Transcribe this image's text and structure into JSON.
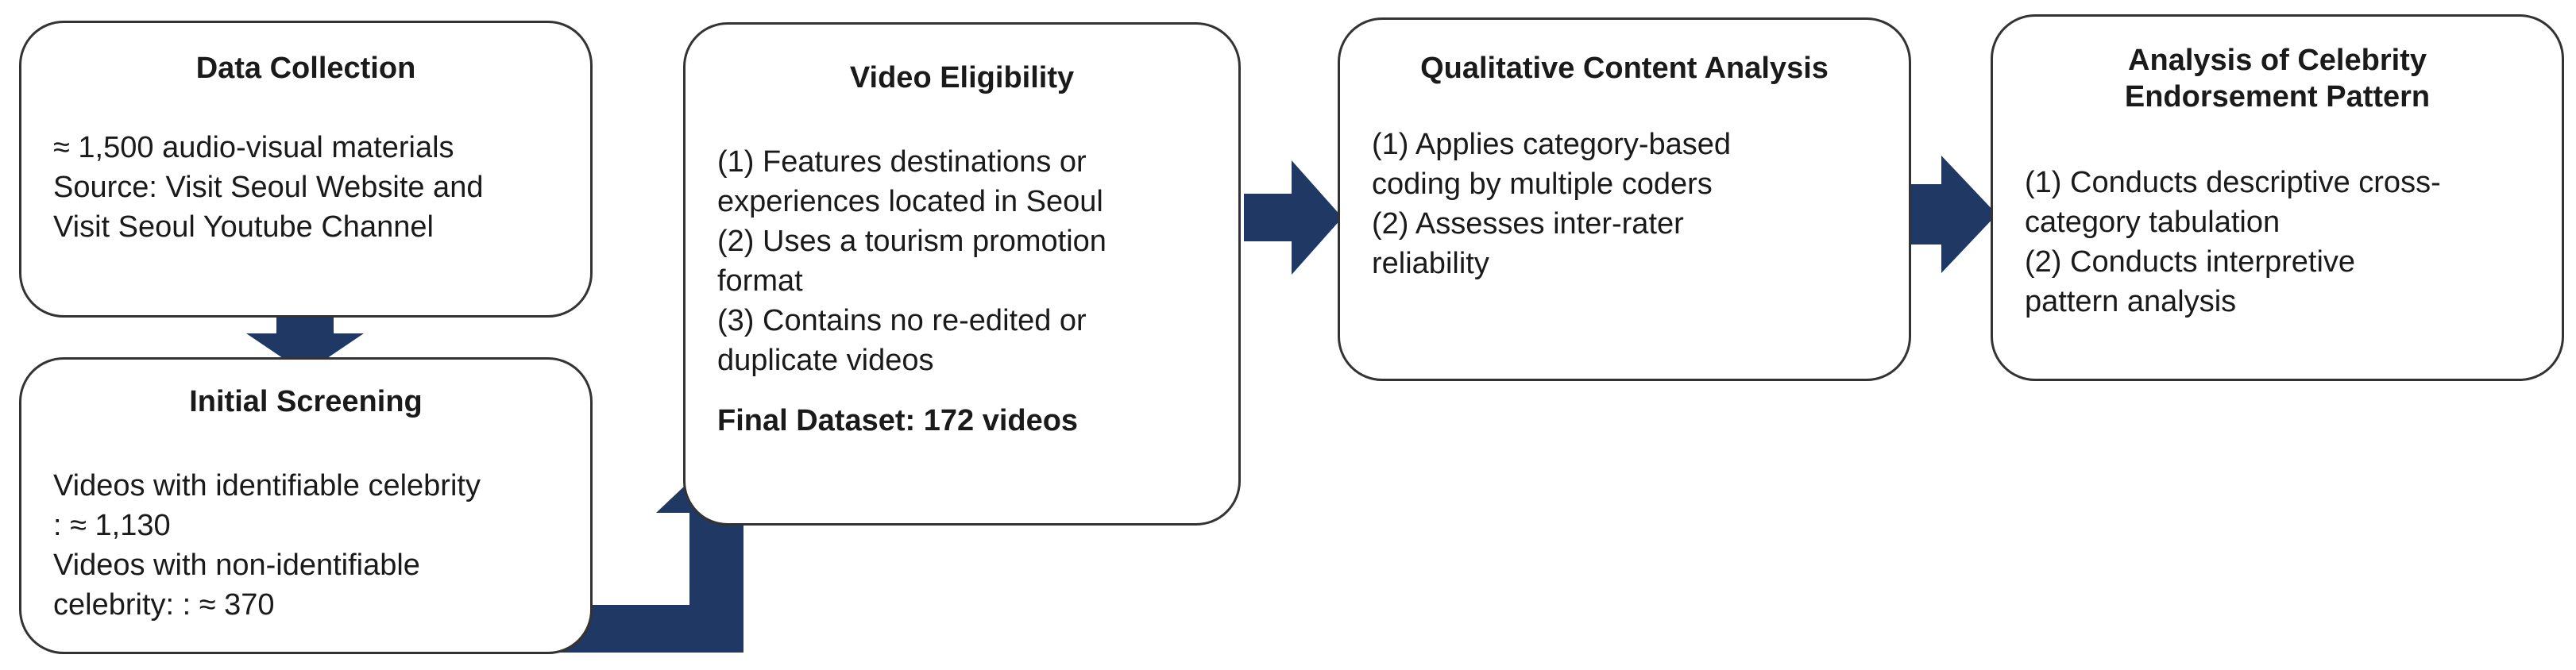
{
  "boxes": {
    "data_collection": {
      "title": "Data Collection",
      "lines": [
        "≈  1,500 audio-visual materials",
        "Source: Visit Seoul Website and",
        "Visit Seoul Youtube Channel"
      ]
    },
    "initial_screening": {
      "title": "Initial Screening",
      "lines": [
        "Videos with identifiable celebrity",
        ": ≈ 1,130",
        "Videos with non-identifiable",
        "celebrity: : ≈ 370"
      ]
    },
    "video_eligibility": {
      "title": "Video Eligibility",
      "lines": [
        "(1) Features destinations or",
        "experiences located in Seoul",
        "(2) Uses a tourism promotion",
        "format",
        "(3) Contains no re-edited or",
        "duplicate videos"
      ],
      "final": "Final Dataset: 172 videos"
    },
    "qualitative_content_analysis": {
      "title": "Qualitative Content Analysis",
      "lines": [
        "(1) Applies category-based",
        "coding by multiple coders",
        "(2) Assesses inter-rater",
        "reliability"
      ]
    },
    "celebrity_endorsement": {
      "title_lines": [
        "Analysis of Celebrity",
        "Endorsement Pattern"
      ],
      "lines": [
        "(1) Conducts descriptive cross-",
        "category tabulation",
        "(2) Conducts interpretive",
        "pattern analysis"
      ]
    }
  },
  "colors": {
    "arrow": "#1f3864",
    "border": "#333333"
  }
}
